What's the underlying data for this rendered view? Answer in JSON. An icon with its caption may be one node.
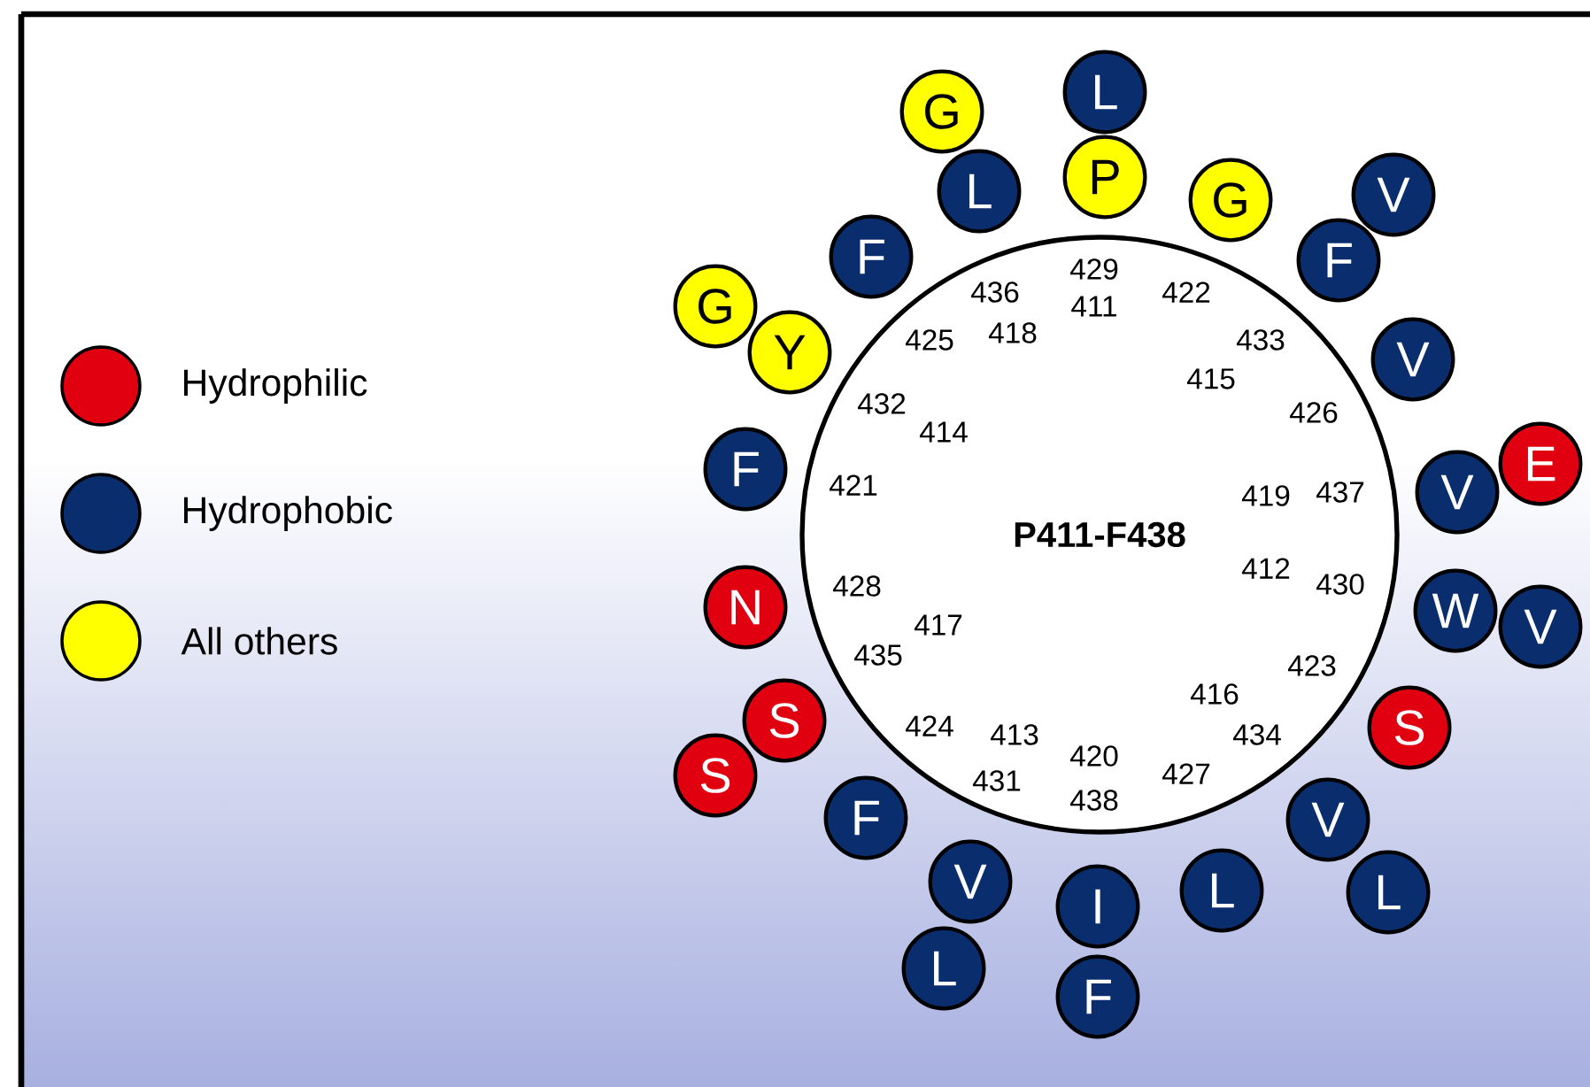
{
  "diagram": {
    "nodes": [
      {
        "text": [
          "P411-F438"
        ]
      },
      {
        "text": [
          "L"
        ]
      },
      {
        "text": [
          "G"
        ]
      },
      {
        "text": [
          "P"
        ]
      },
      {
        "text": [
          "L"
        ]
      },
      {
        "text": [
          "V"
        ]
      },
      {
        "text": [
          "G"
        ]
      },
      {
        "text": [
          "F"
        ]
      },
      {
        "text": [
          "F"
        ]
      },
      {
        "text": [
          "G"
        ]
      },
      {
        "text": [
          "Y"
        ]
      },
      {
        "text": [
          "V"
        ]
      },
      {
        "text": [
          "E"
        ]
      },
      {
        "text": [
          "F"
        ]
      },
      {
        "text": [
          "V"
        ]
      },
      {
        "text": [
          "N"
        ]
      },
      {
        "text": [
          "W"
        ]
      },
      {
        "text": [
          "V"
        ]
      },
      {
        "text": [
          "S"
        ]
      },
      {
        "text": [
          "S"
        ]
      },
      {
        "text": [
          "S"
        ]
      },
      {
        "text": [
          "F"
        ]
      },
      {
        "text": [
          "V"
        ]
      },
      {
        "text": [
          "V"
        ]
      },
      {
        "text": [
          "L"
        ]
      },
      {
        "text": [
          "L"
        ]
      },
      {
        "text": [
          "I"
        ]
      },
      {
        "text": [
          "L"
        ]
      },
      {
        "text": [
          "F"
        ]
      }
    ],
    "labels": [
      "429",
      "411",
      "436",
      "422",
      "418",
      "425",
      "433",
      "415",
      "432",
      "414",
      "426",
      "421",
      "419",
      "437",
      "412",
      "428",
      "430",
      "417",
      "435",
      "423",
      "416",
      "424",
      "413",
      "434",
      "420",
      "427",
      "431",
      "438"
    ],
    "legend": [
      {
        "text": "Hydrophilic",
        "color": "#e00010"
      },
      {
        "text": "Hydrophobic",
        "color": "#0a2d6e"
      },
      {
        "text": "All others",
        "color": "#ffff00"
      }
    ]
  }
}
